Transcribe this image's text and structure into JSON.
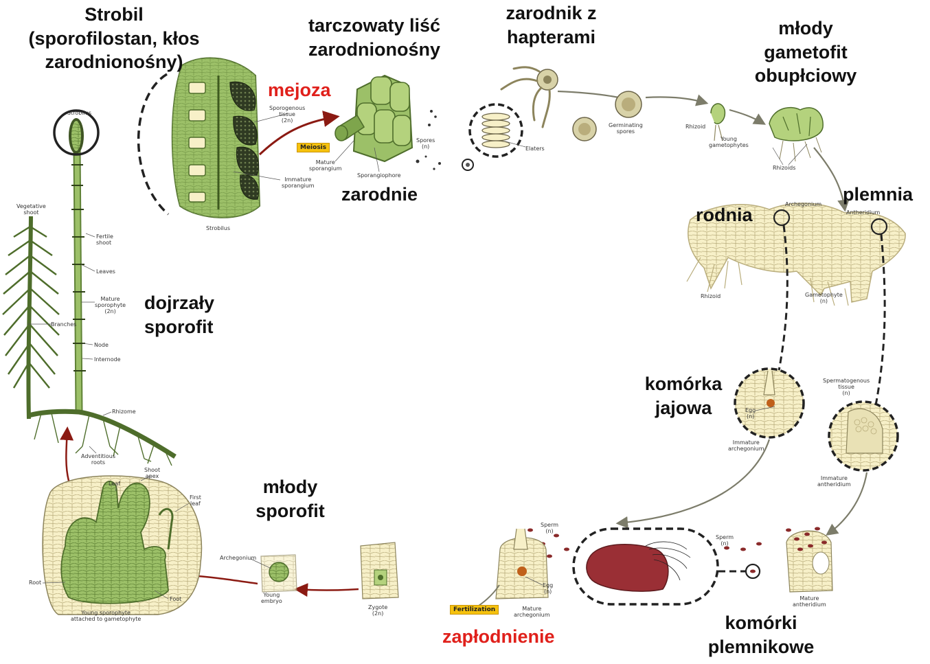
{
  "labels_pl": {
    "strobil": "Strobil\n(sporofilostan, kłos\nzarodnionośny)",
    "tarczowaty": "tarczowaty liść\nzarodnionośny",
    "mejoza": "mejoza",
    "zarodnie": "zarodnie",
    "zarodnik": "zarodnik z\nhapterami",
    "mlody_gametofit": "młody\ngametofit\nobupłciowy",
    "rodnia": "rodnia",
    "plemnia": "plemnia",
    "dojrzaly": "dojrzały\nsporofit",
    "komorka_jajowa": "komórka\njajowa",
    "mlody_sporofit": "młody\nsporofit",
    "zaplodnienie": "zapłodnienie",
    "komorki_plemnikowe": "komórki\nplemnikowe"
  },
  "labels_en": {
    "strobilus_top": "Strobilus",
    "vegetative_shoot": "Vegetative\nshoot",
    "fertile_shoot": "Fertile\nshoot",
    "leaves": "Leaves",
    "mature_sporophyte": "Mature\nsporophyte\n(2n)",
    "branches": "Branches",
    "node": "Node",
    "internode": "Internode",
    "rhizome": "Rhizome",
    "adventitious_roots": "Adventitious\nroots",
    "sporogenous_tissue": "Sporogenous\ntissue\n(2n)",
    "immature_sporangium": "Immature\nsporangium",
    "strobilus_bottom": "Strobilus",
    "meiosis": "Meiosis",
    "mature_sporangium": "Mature\nsporangium",
    "sporangiophore": "Sporangiophore",
    "spores": "Spores\n(n)",
    "elaters": "Elaters",
    "germinating_spores": "Germinating\nspores",
    "rhizoid_top": "Rhizoid",
    "young_gametophytes": "Young\ngametophytes",
    "rhizoids": "Rhizoids",
    "archegonium_top": "Archegonium",
    "antheridium_top": "Antheridium",
    "rhizoid_mid": "Rhizoid",
    "gametophyte_n": "Gametophyte\n(n)",
    "egg_n": "Egg\n(n)",
    "immature_archegonium": "Immature\narchegonium",
    "spermatogenous": "Spermatogenous\ntissue\n(n)",
    "immature_antheridium": "Immature\nantheridium",
    "sperm_top": "Sperm\n(n)",
    "egg_n2": "Egg\n(n)",
    "mature_archegonium": "Mature\narchegonium",
    "fertilization": "Fertilization",
    "sperm_right": "Sperm\n(n)",
    "mature_antheridium": "Mature\nantheridium",
    "zygote": "Zygote\n(2n)",
    "archegonium_bottom": "Archegonium",
    "young_embryo": "Young\nembryo",
    "shoot_apex": "Shoot\napex",
    "leaf": "Leaf",
    "first_leaf": "First\nleaf",
    "root": "Root",
    "foot": "Foot",
    "young_sporophyte": "Young sporophyte\nattached to gametophyte"
  },
  "colors": {
    "plant_green": "#9cc068",
    "dark_green": "#4e6d2b",
    "tissue_dark": "#2f3a22",
    "cell_cream": "#f7f0c8",
    "arrow_red": "#8b1a12",
    "arrow_gray": "#7c7c6a",
    "sperm_red": "#8a2a2a",
    "meiosis_tag": "#f6c20e"
  }
}
